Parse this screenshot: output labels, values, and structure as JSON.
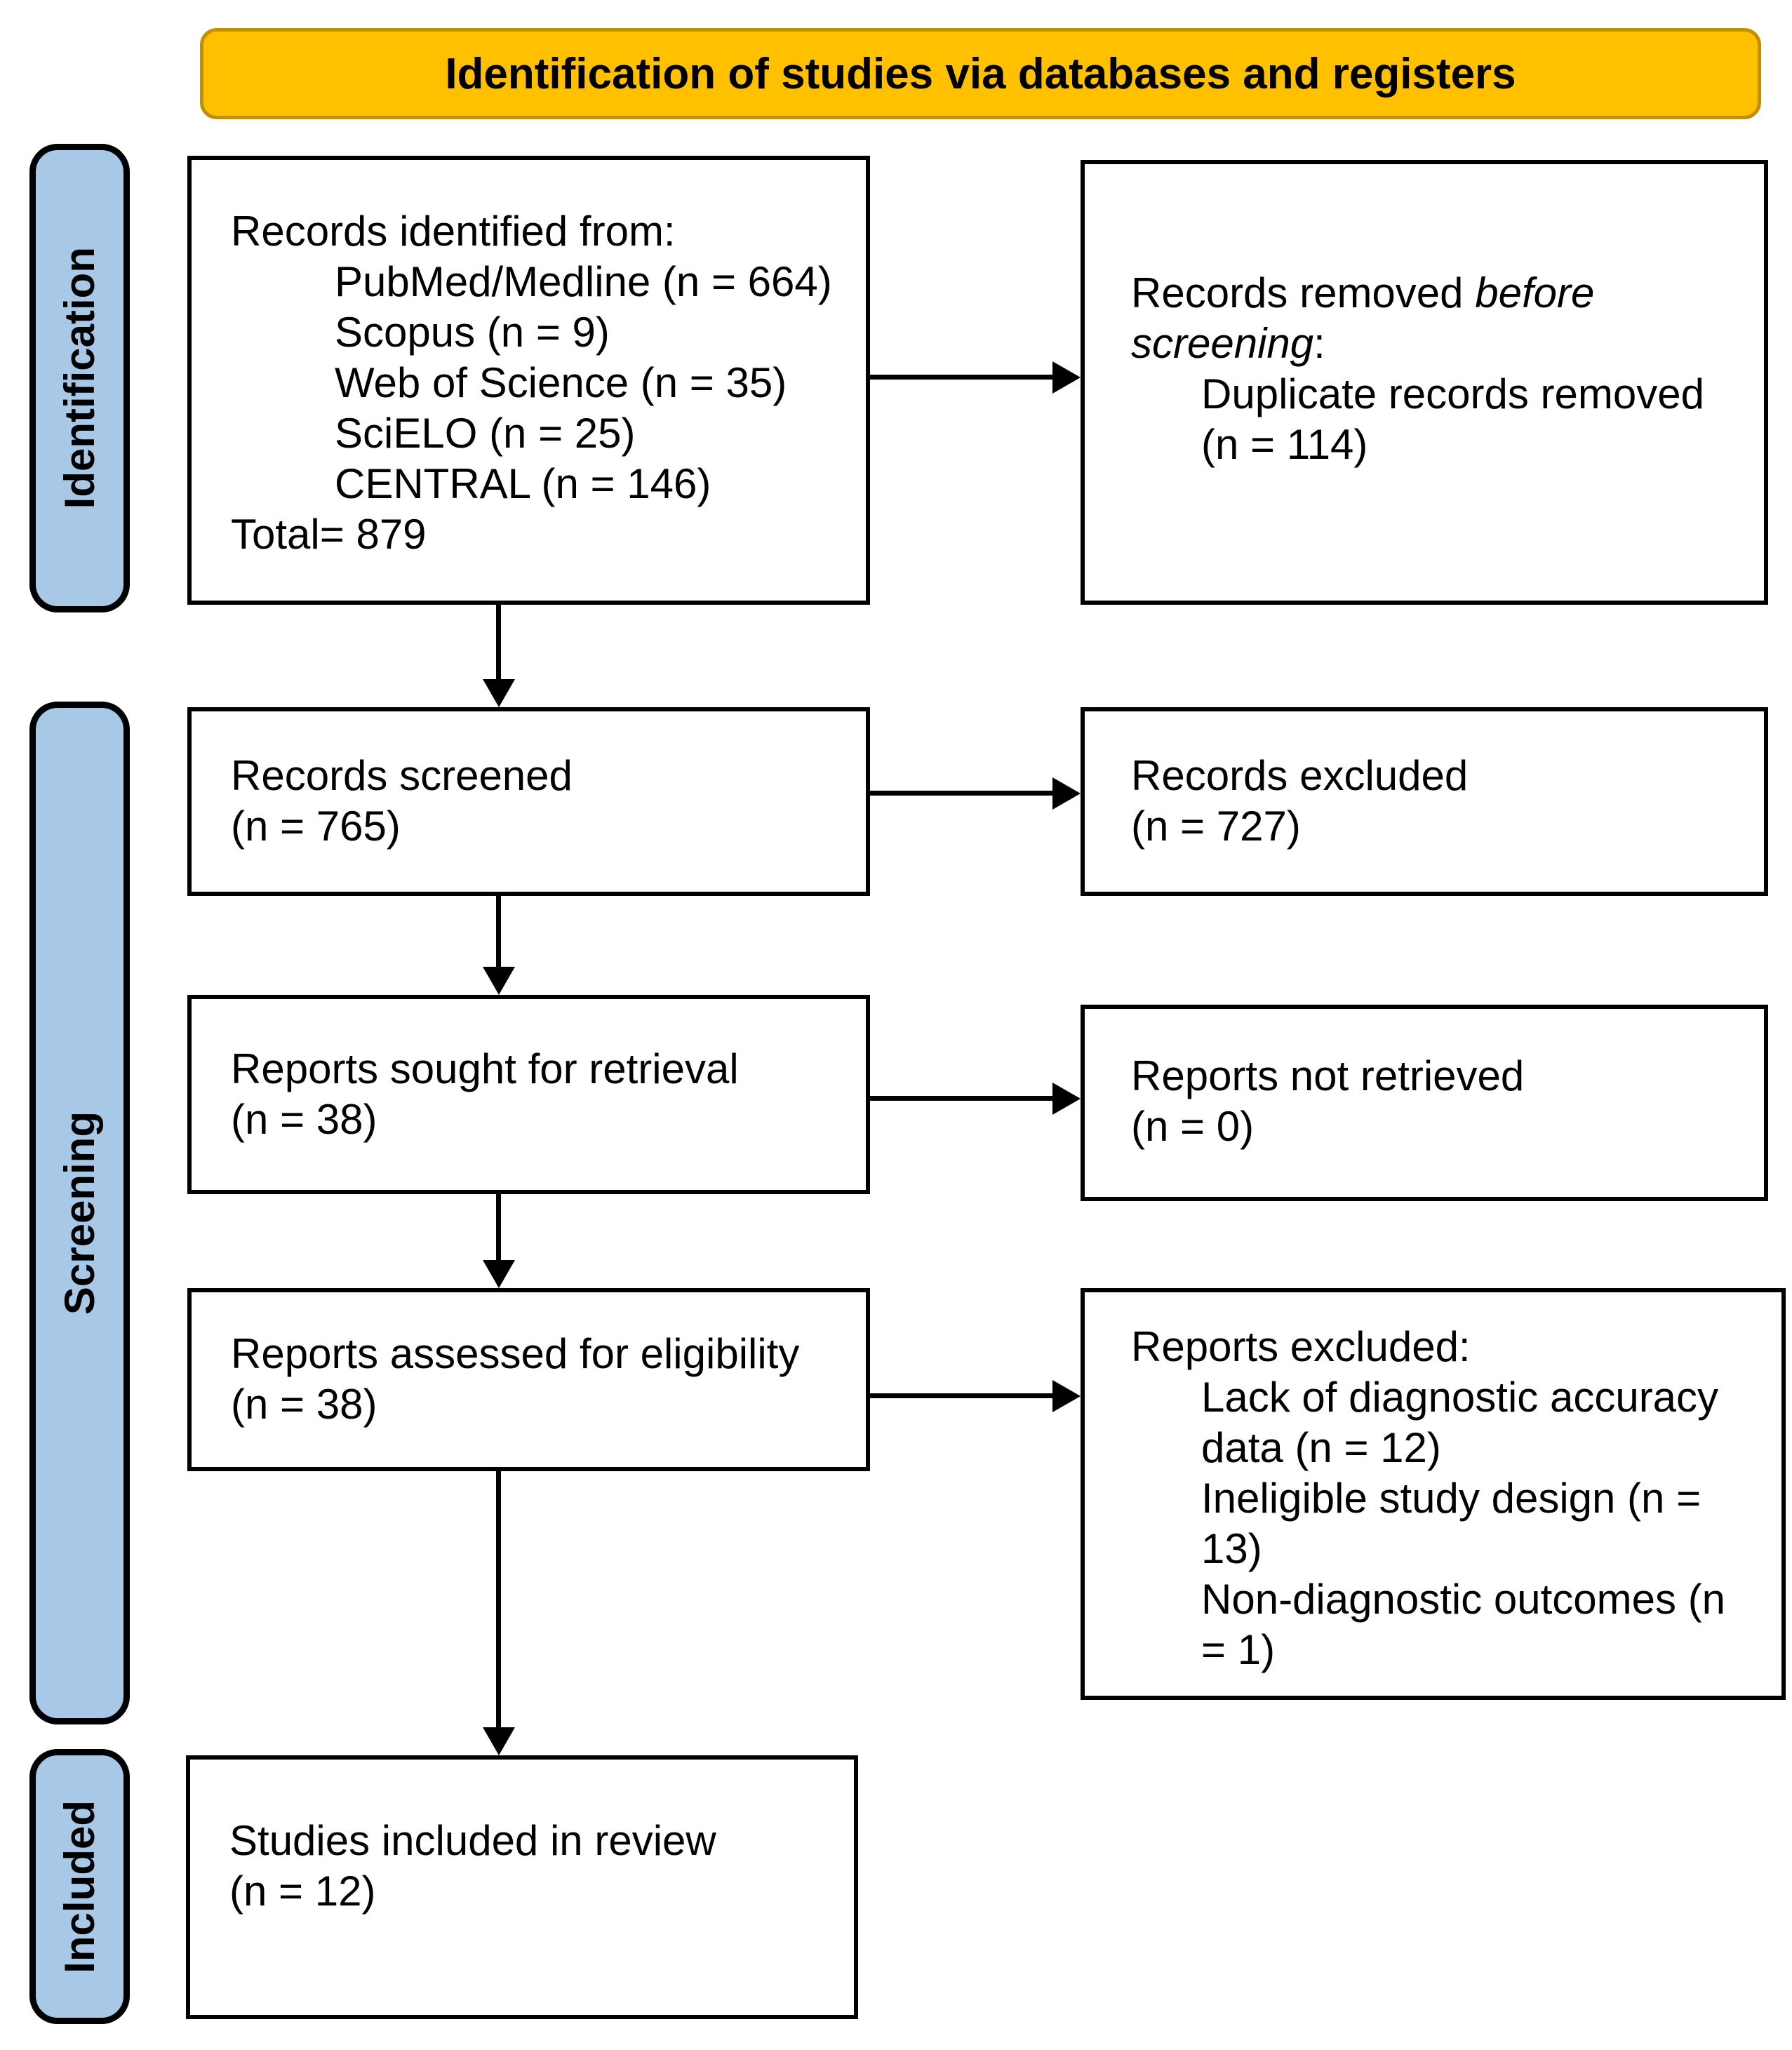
{
  "banner": {
    "title": "Identification of studies via databases and registers"
  },
  "stages": {
    "identification": "Identification",
    "screening": "Screening",
    "included": "Included"
  },
  "boxes": {
    "records_identified": {
      "heading": "Records identified from:",
      "sources": [
        "PubMed/Medline (n = 664)",
        "Scopus (n = 9)",
        "Web of Science (n = 35)",
        "SciELO (n = 25)",
        "CENTRAL (n = 146)"
      ],
      "total": "Total= 879"
    },
    "records_removed": {
      "text_normal": "Records removed ",
      "text_italic": "before screening",
      "text_suffix": ":",
      "reason": "Duplicate records removed",
      "count": "(n = 114)"
    },
    "records_screened": {
      "label": "Records screened",
      "count": "(n = 765)"
    },
    "records_excluded": {
      "label": "Records excluded",
      "count": "(n = 727)"
    },
    "reports_sought": {
      "label": "Reports sought for retrieval",
      "count": "(n = 38)"
    },
    "reports_not_retrieved": {
      "label": "Reports not retrieved",
      "count": "(n = 0)"
    },
    "reports_assessed": {
      "label": "Reports assessed for eligibility",
      "count": "(n = 38)"
    },
    "reports_excluded": {
      "heading": "Reports excluded:",
      "reasons": [
        "Lack of diagnostic accuracy data (n = 12)",
        "Ineligible study design (n = 13)",
        "Non-diagnostic outcomes (n = 1)"
      ]
    },
    "studies_included": {
      "label": "Studies included in review",
      "count": "(n = 12)"
    }
  },
  "colors": {
    "banner_fill": "#FFC000",
    "banner_border": "#BF9000",
    "stage_fill": "#A8C8E8",
    "line": "#000000"
  }
}
